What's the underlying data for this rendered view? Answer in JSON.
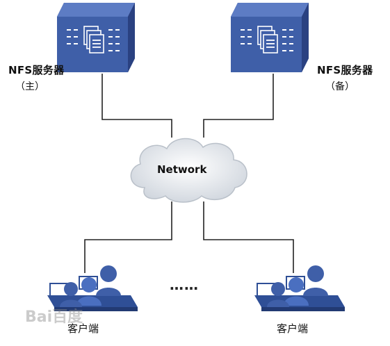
{
  "servers": {
    "primary": {
      "name": "NFS服务器",
      "role": "（主）"
    },
    "backup": {
      "name": "NFS服务器",
      "role": "（备）"
    }
  },
  "network": {
    "label": "Network"
  },
  "clients": {
    "left": {
      "label": "客户端"
    },
    "right": {
      "label": "客户端"
    },
    "ellipsis": "……"
  },
  "watermark": "Bai百度",
  "colors": {
    "server_blue": "#3f5fa8",
    "server_dark": "#2a4181",
    "line": "#222222",
    "cloud": "#dfe3e8",
    "client_blue": "#4a6fc0"
  }
}
